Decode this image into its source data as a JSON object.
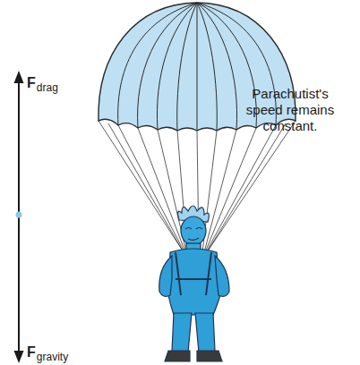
{
  "diagram": {
    "labels": [
      "F",
      "drag",
      "F",
      "gravity",
      "Parachutist's speed remains constant."
    ]
  }
}
